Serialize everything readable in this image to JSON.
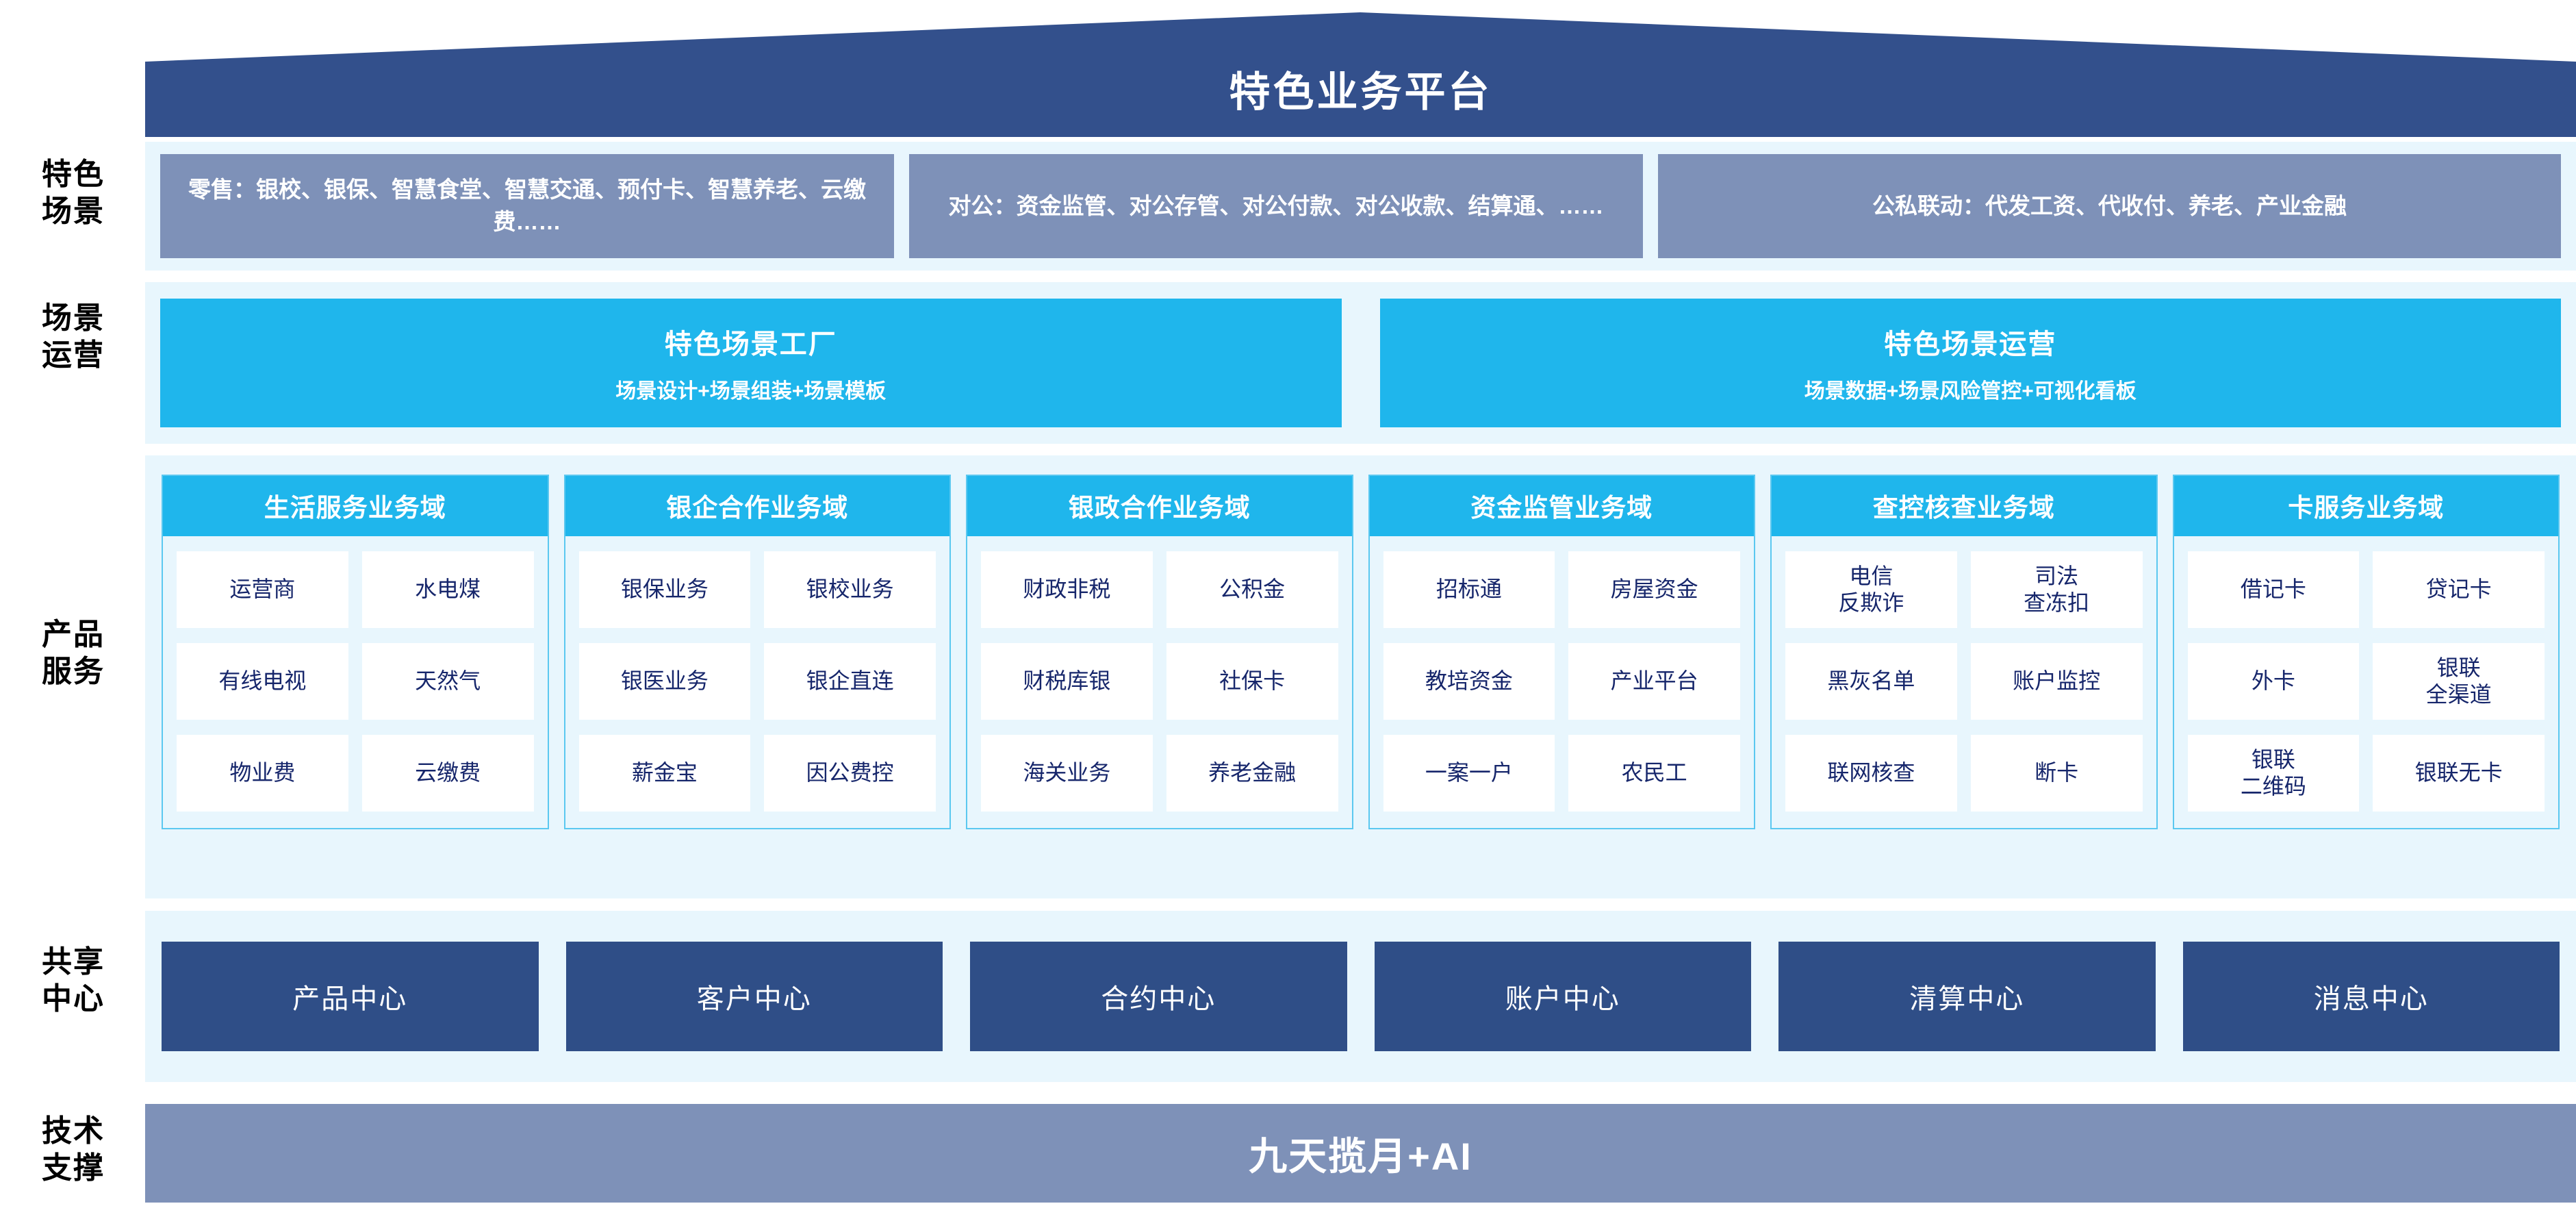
{
  "header": {
    "title": "特色业务平台",
    "roof_color": "#33508c"
  },
  "side_labels": {
    "scenario": "特色\n场景",
    "operation": "场景\n运营",
    "product": "产品\n服务",
    "shared": "共享\n中心",
    "tech": "技术\n支撑"
  },
  "scenario_row": {
    "boxes": [
      {
        "name": "retail",
        "text": "零售：银校、银保、智慧食堂、智慧交通、预付卡、智慧养老、云缴费……"
      },
      {
        "name": "corporate",
        "text": "对公：资金监管、对公存管、对公付款、对公收款、结算通、……"
      },
      {
        "name": "linkage",
        "text": "公私联动：代发工资、代收付、养老、产业金融"
      }
    ],
    "box_color": "#7e91b8"
  },
  "operation_row": {
    "accent": "#1fb6ec",
    "boxes": [
      {
        "title": "特色场景工厂",
        "subtitle": "场景设计+场景组装+场景模板"
      },
      {
        "title": "特色场景运营",
        "subtitle": "场景数据+场景风险管控+可视化看板"
      }
    ]
  },
  "product_row": {
    "header_color": "#1fb6ec",
    "tile_text_color": "#16266b",
    "domains": [
      {
        "title": "生活服务业务域",
        "tiles": [
          "运营商",
          "水电煤",
          "有线电视",
          "天然气",
          "物业费",
          "云缴费"
        ]
      },
      {
        "title": "银企合作业务域",
        "tiles": [
          "银保业务",
          "银校业务",
          "银医业务",
          "银企直连",
          "薪金宝",
          "因公费控"
        ]
      },
      {
        "title": "银政合作业务域",
        "tiles": [
          "财政非税",
          "公积金",
          "财税库银",
          "社保卡",
          "海关业务",
          "养老金融"
        ]
      },
      {
        "title": "资金监管业务域",
        "tiles": [
          "招标通",
          "房屋资金",
          "教培资金",
          "产业平台",
          "一案一户",
          "农民工"
        ]
      },
      {
        "title": "查控核查业务域",
        "tiles": [
          "电信\n反欺诈",
          "司法\n查冻扣",
          "黑灰名单",
          "账户监控",
          "联网核查",
          "断卡"
        ]
      },
      {
        "title": "卡服务业务域",
        "tiles": [
          "借记卡",
          "贷记卡",
          "外卡",
          "银联\n全渠道",
          "银联\n二维码",
          "银联无卡"
        ]
      }
    ]
  },
  "shared_row": {
    "box_color": "#2f4e87",
    "boxes": [
      "产品中心",
      "客户中心",
      "合约中心",
      "账户中心",
      "清算中心",
      "消息中心"
    ]
  },
  "tech_row": {
    "bar_color": "#7e91b8",
    "label": "九天揽月+AI"
  }
}
